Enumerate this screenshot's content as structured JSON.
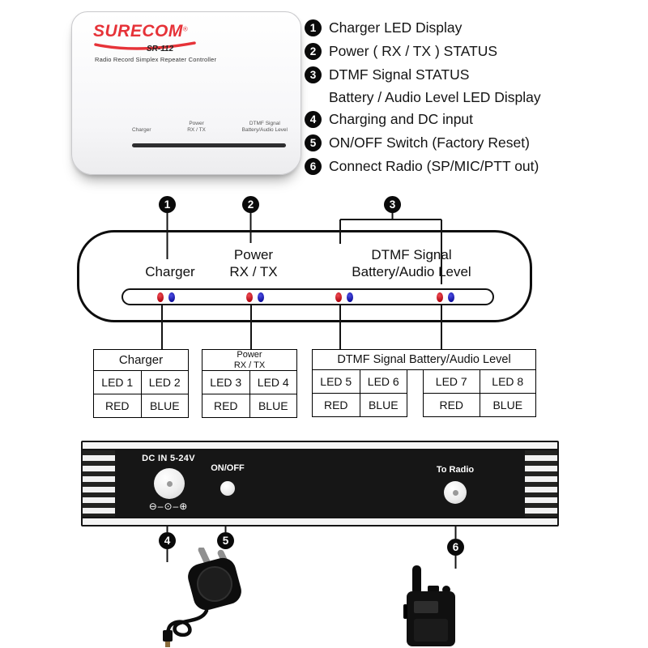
{
  "device": {
    "brand": "SURECOM",
    "reg": "®",
    "model": "SR-112",
    "subtitle": "Radio Record Simplex Repeater Controller",
    "mini_labels": {
      "charger": "Charger",
      "power_1": "Power",
      "power_2": "RX / TX",
      "dtmf_1": "DTMF Signal",
      "dtmf_2": "Battery/Audio Level"
    }
  },
  "legend": {
    "items": [
      {
        "num": "1",
        "line1": "Charger LED Display"
      },
      {
        "num": "2",
        "line1": "Power ( RX / TX ) STATUS"
      },
      {
        "num": "3",
        "line1": "DTMF Signal STATUS",
        "line2": "Battery / Audio Level LED Display"
      },
      {
        "num": "4",
        "line1": "Charging and DC input"
      },
      {
        "num": "5",
        "line1": "ON/OFF Switch (Factory Reset)"
      },
      {
        "num": "6",
        "line1": "Connect Radio (SP/MIC/PTT out)"
      }
    ]
  },
  "front_panel": {
    "callouts": {
      "c1": "1",
      "c2": "2",
      "c3": "3"
    },
    "label_charger": "Charger",
    "label_power_1": "Power",
    "label_power_2": "RX / TX",
    "label_dtmf_1": "DTMF Signal",
    "label_dtmf_2": "Battery/Audio Level"
  },
  "tables": {
    "charger": {
      "title": "Charger",
      "cells": [
        [
          "LED 1",
          "LED 2"
        ],
        [
          "RED",
          "BLUE"
        ]
      ]
    },
    "power": {
      "title_1": "Power",
      "title_2": "RX / TX",
      "cells": [
        [
          "LED 3",
          "LED 4"
        ],
        [
          "RED",
          "BLUE"
        ]
      ]
    },
    "dtmf": {
      "title": "DTMF Signal Battery/Audio Level",
      "left_cells": [
        [
          "LED 5",
          "LED 6"
        ],
        [
          "RED",
          "BLUE"
        ]
      ],
      "right_cells": [
        [
          "LED 7",
          "LED 8"
        ],
        [
          "RED",
          "BLUE"
        ]
      ]
    }
  },
  "back_panel": {
    "callouts": {
      "c4": "4",
      "c5": "5",
      "c6": "6"
    },
    "dc_label": "DC IN 5-24V",
    "polarity": "⊖–⊙–⊕",
    "onoff_label": "ON/OFF",
    "radio_label": "To Radio"
  },
  "colors": {
    "led_red": "#b40a14",
    "led_blue": "#12129e",
    "brand_red": "#e63238"
  }
}
